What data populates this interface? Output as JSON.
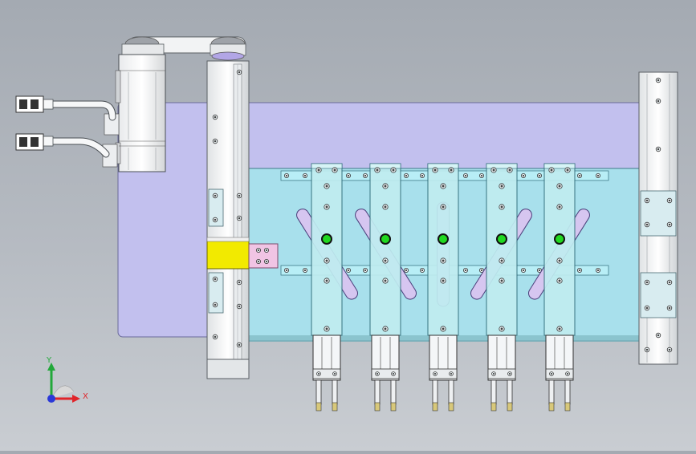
{
  "triad": {
    "x_label": "X",
    "y_label": "Y",
    "x_color": "#e0242a",
    "y_color": "#22a83a",
    "z_color": "#2a38d8"
  },
  "colors": {
    "base_plate": "#c2c0ee",
    "slide_plate": "#a8e0ec",
    "finger": "#c0ecf0",
    "carriage": "#f2ea00",
    "bracket": "#f0c4e4",
    "indicator": "#20d820",
    "slot": "#d6c6f0"
  },
  "gripper_count": 5,
  "cam_slot_directions": [
    "left",
    "left",
    "vertical",
    "right",
    "right"
  ]
}
